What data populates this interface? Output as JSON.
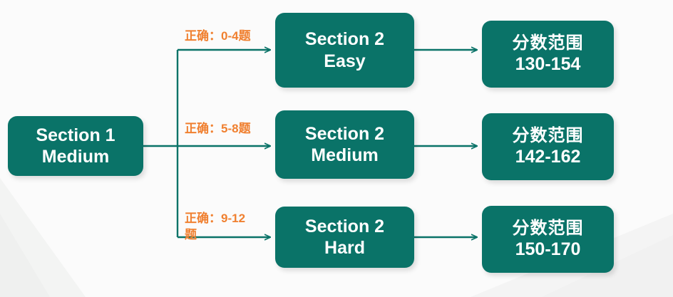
{
  "diagram": {
    "title": "SAT adaptive section routing flowchart",
    "colors": {
      "node_fill": "#0a7368",
      "node_text": "#ffffff",
      "label_text": "#f08030",
      "connector": "#0a7368",
      "background": "#fbfbfb"
    },
    "start_node": {
      "line1": "Section 1",
      "line2": "Medium"
    },
    "branches": [
      {
        "label": "正确：0-4题",
        "middle_line1": "Section 2",
        "middle_line2": "Easy",
        "score_line1": "分数范围",
        "score_line2": "130-154"
      },
      {
        "label": "正确：5-8题",
        "middle_line1": "Section 2",
        "middle_line2": "Medium",
        "score_line1": "分数范围",
        "score_line2": "142-162"
      },
      {
        "label": "正确：9-12\n题",
        "middle_line1": "Section 2",
        "middle_line2": "Hard",
        "score_line1": "分数范围",
        "score_line2": "150-170"
      }
    ]
  }
}
